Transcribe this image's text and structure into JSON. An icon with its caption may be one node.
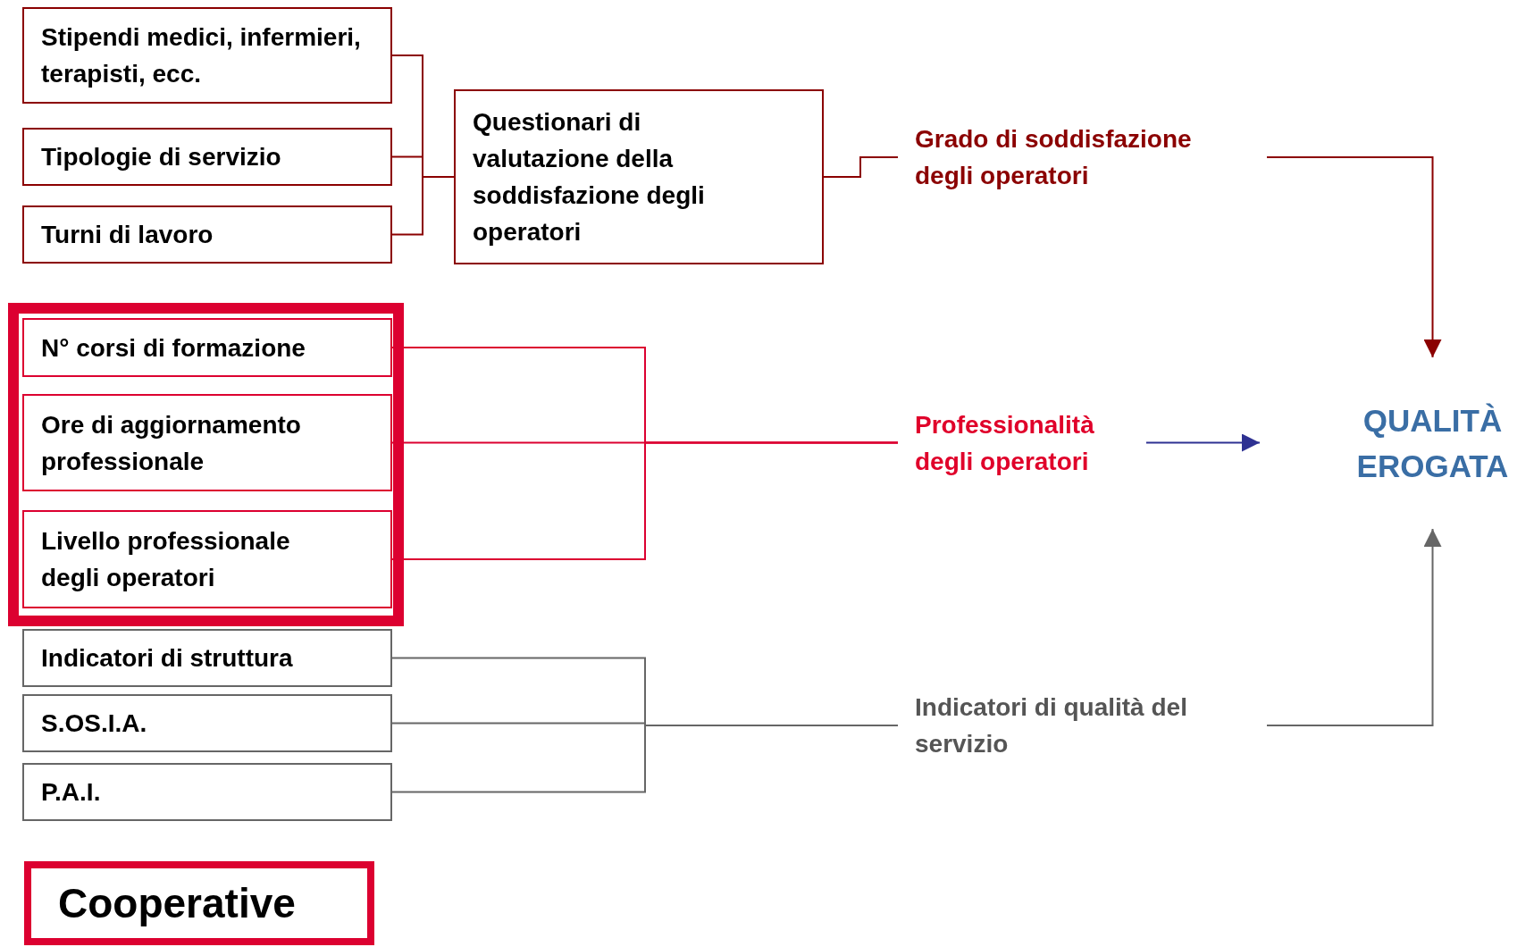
{
  "diagram": {
    "nodes": [
      {
        "text": [
          "Stipendi medici, infermieri, terapisti, ecc."
        ]
      },
      {
        "text": [
          "Tipologie di servizio"
        ]
      },
      {
        "text": [
          "Turni di lavoro"
        ]
      },
      {
        "text": [
          "Questionari di valutazione della soddisfazione degli operatori"
        ]
      },
      {
        "text": [
          "Grado di soddisfazione degli operatori"
        ]
      },
      {
        "text": [],
        "shape": "box"
      },
      {
        "text": [
          "N° corsi di formazione"
        ],
        "in": 5
      },
      {
        "text": [
          "Ore di aggiornamento professionale"
        ],
        "in": 5
      },
      {
        "text": [
          "Livello professionale degli operatori"
        ],
        "in": 5
      },
      {
        "text": [
          "Professionalità degli operatori"
        ]
      },
      {
        "text": [
          "QUALITÀ EROGATA"
        ]
      },
      {
        "text": [
          "Indicatori di struttura"
        ]
      },
      {
        "text": [
          "S.OS.I.A."
        ]
      },
      {
        "text": [
          "P.A.I."
        ]
      },
      {
        "text": [
          "Indicatori di qualità del servizio"
        ]
      },
      {
        "text": [
          "Cooperative"
        ]
      }
    ],
    "edges": [
      {
        "from": 0,
        "to": 3,
        "arrow": "none"
      },
      {
        "from": 1,
        "to": 3,
        "arrow": "none"
      },
      {
        "from": 2,
        "to": 3,
        "arrow": "none"
      },
      {
        "from": 3,
        "to": 4,
        "arrow": "none"
      },
      {
        "from": 4,
        "to": 10,
        "arrow": "to"
      },
      {
        "from": 6,
        "to": 9,
        "arrow": "none",
        "color": "#dc0030"
      },
      {
        "from": 7,
        "to": 9,
        "arrow": "none",
        "color": "#dc0030"
      },
      {
        "from": 8,
        "to": 9,
        "arrow": "none",
        "color": "#dc0030"
      },
      {
        "from": 9,
        "to": 10,
        "arrow": "to",
        "color": "#2e3192"
      },
      {
        "from": 11,
        "to": 14,
        "arrow": "none",
        "color": "#666666"
      },
      {
        "from": 12,
        "to": 14,
        "arrow": "none",
        "color": "#666666"
      },
      {
        "from": 13,
        "to": 14,
        "arrow": "none",
        "color": "#666666"
      },
      {
        "from": 14,
        "to": 10,
        "arrow": "to",
        "color": "#666666"
      }
    ]
  }
}
